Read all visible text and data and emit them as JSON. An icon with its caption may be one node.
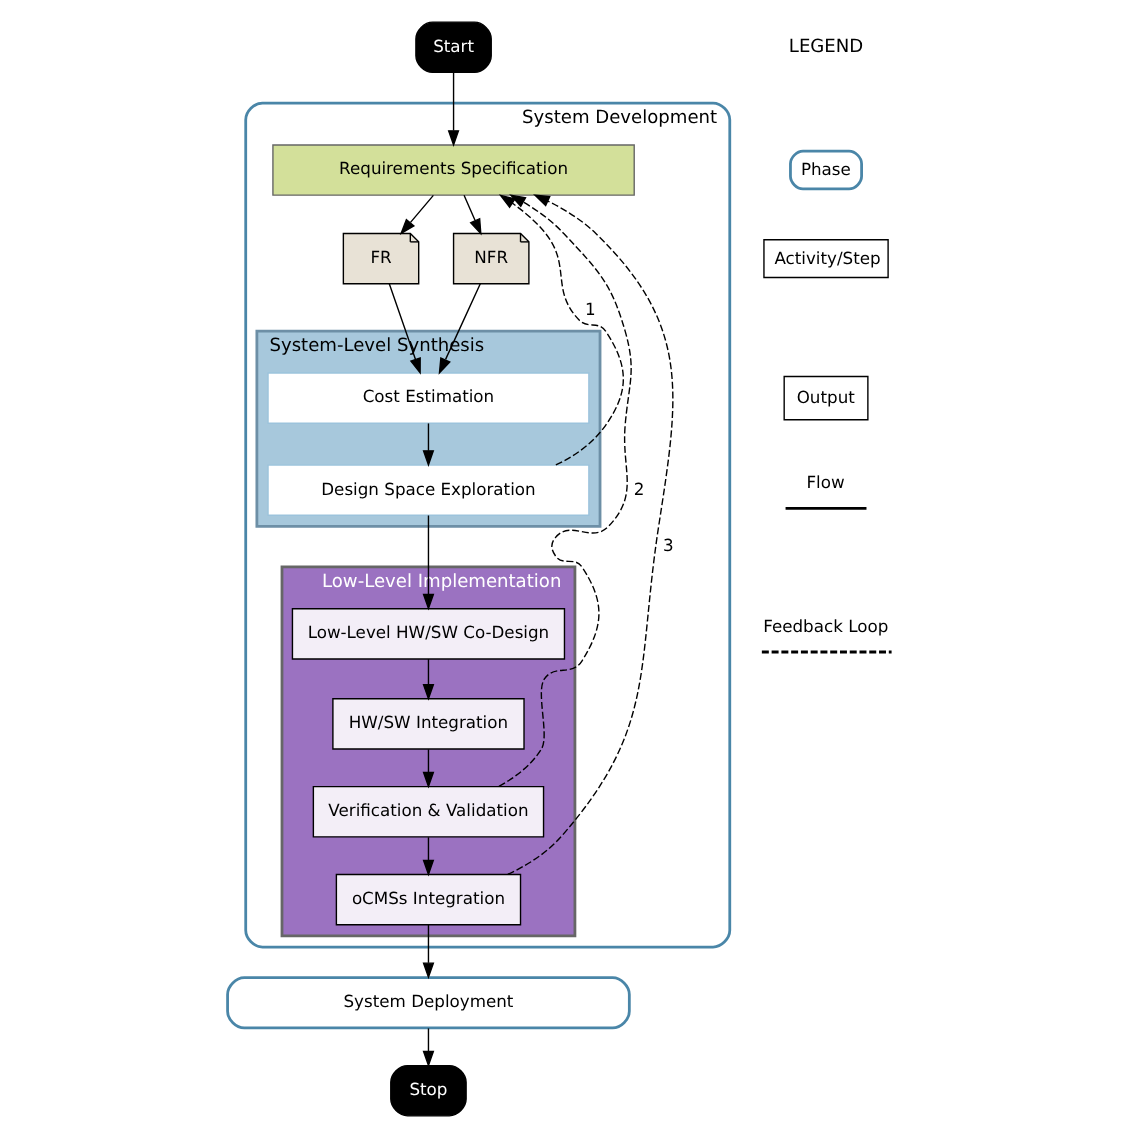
{
  "diagram": {
    "nodes": [
      {
        "text": [
          "Start"
        ]
      },
      {
        "text": [
          "System Development"
        ]
      },
      {
        "text": [
          "Requirements Specification"
        ],
        "in": 1
      },
      {
        "text": [
          "FR"
        ],
        "in": 1
      },
      {
        "text": [
          "NFR"
        ],
        "in": 1
      },
      {
        "text": [
          "System-Level Synthesis"
        ],
        "in": 1
      },
      {
        "text": [
          "Cost Estimation"
        ],
        "in": 5
      },
      {
        "text": [
          "Design Space Exploration"
        ],
        "in": 5
      },
      {
        "text": [
          "Low-Level Implementation"
        ],
        "in": 1
      },
      {
        "text": [
          "Low-Level HW/SW Co-Design"
        ],
        "in": 8
      },
      {
        "text": [
          "HW/SW Integration"
        ],
        "in": 8
      },
      {
        "text": [
          "Verification & Validation"
        ],
        "in": 8
      },
      {
        "text": [
          "oCMSs Integration"
        ],
        "in": 8
      },
      {
        "text": [
          "System Deployment"
        ]
      },
      {
        "text": [
          "Stop"
        ]
      }
    ],
    "edges": [
      {
        "from": 0,
        "to": 2,
        "arrow": "to"
      },
      {
        "from": 2,
        "to": 3,
        "arrow": "to"
      },
      {
        "from": 2,
        "to": 4,
        "arrow": "to"
      },
      {
        "from": 3,
        "to": 6,
        "arrow": "to"
      },
      {
        "from": 4,
        "to": 6,
        "arrow": "to"
      },
      {
        "from": 6,
        "to": 7,
        "arrow": "to"
      },
      {
        "from": 7,
        "to": 9,
        "arrow": "to"
      },
      {
        "from": 9,
        "to": 10,
        "arrow": "to"
      },
      {
        "from": 10,
        "to": 11,
        "arrow": "to"
      },
      {
        "from": 11,
        "to": 12,
        "arrow": "to"
      },
      {
        "from": 12,
        "to": 13,
        "arrow": "to"
      },
      {
        "from": 13,
        "to": 14,
        "arrow": "to"
      },
      {
        "from": 7,
        "to": 2,
        "arrow": "to",
        "style": "dashed",
        "label": "1"
      },
      {
        "from": 11,
        "to": 2,
        "arrow": "to",
        "style": "dashed",
        "label": "2"
      },
      {
        "from": 12,
        "to": 2,
        "arrow": "to",
        "style": "dashed",
        "label": "3"
      }
    ],
    "labels": [
      "LEGEND"
    ],
    "legend": [
      {
        "text": "Phase"
      },
      {
        "text": "Activity/Step"
      },
      {
        "text": "Output"
      },
      {
        "text": "Flow"
      },
      {
        "text": "Feedback Loop"
      }
    ]
  }
}
